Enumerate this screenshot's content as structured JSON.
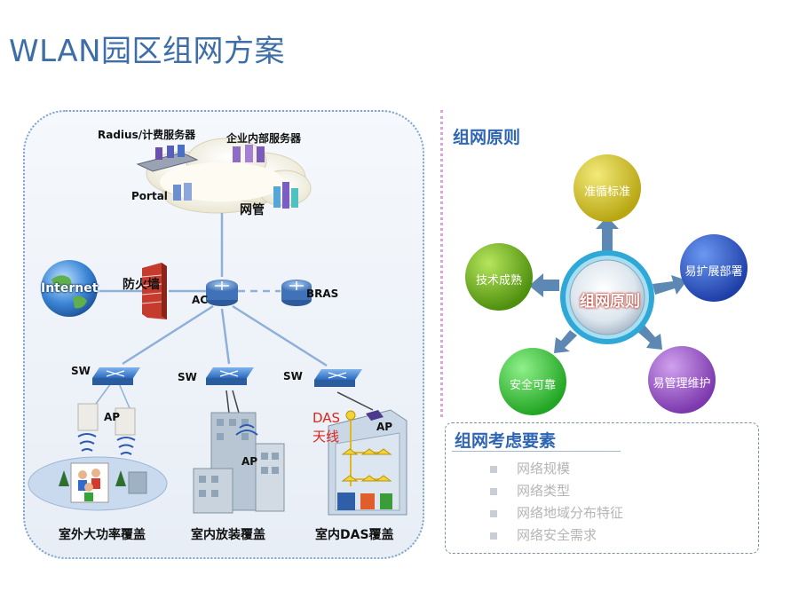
{
  "title": "WLAN园区组网方案",
  "network": {
    "radius_server": "Radius/计费服务器",
    "enterprise_server": "企业内部服务器",
    "portal": "Portal",
    "nms": "网管",
    "internet": "Internet",
    "firewall": "防火墙",
    "ac": "AC",
    "bras": "BRAS",
    "sw": "SW",
    "ap": "AP",
    "das_antenna_1": "DAS",
    "das_antenna_2": "天线",
    "captions": [
      "室外大功率覆盖",
      "室内放装覆盖",
      "室内DAS覆盖"
    ]
  },
  "principles": {
    "heading": "组网原则",
    "center": "组网原则",
    "petals": [
      "准循标准",
      "易扩展部署",
      "易管理维护",
      "安全可靠",
      "技术成熟"
    ],
    "colors": [
      "#c8ba1a",
      "#2f56c8",
      "#9a53c8",
      "#3ec63a",
      "#6fae16"
    ]
  },
  "factors": {
    "heading": "组网考虑要素",
    "items": [
      "网络规模",
      "网络类型",
      "网络地域分布特征",
      "网络安全需求"
    ]
  }
}
